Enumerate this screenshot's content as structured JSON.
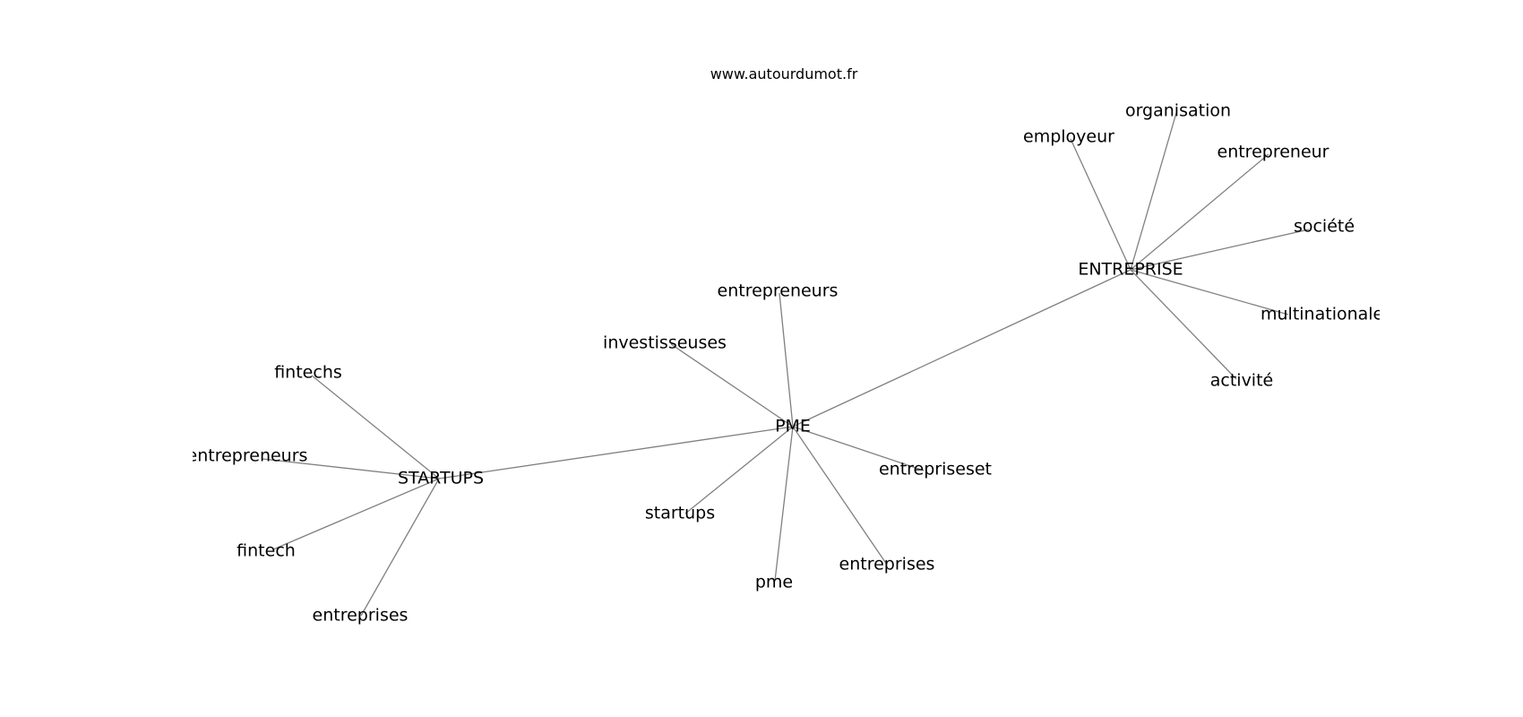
{
  "header": {
    "site": "www.autourdumot.fr"
  },
  "graph": {
    "edge_color": "#808080",
    "text_color": "#000000",
    "nodes": [
      {
        "id": "pme_hub",
        "label": "PME"
      },
      {
        "id": "startups_hub",
        "label": "STARTUPS"
      },
      {
        "id": "entreprise_hub",
        "label": "ENTREPRISE"
      },
      {
        "id": "e_employeur",
        "label": "employeur"
      },
      {
        "id": "e_organisation",
        "label": "organisation"
      },
      {
        "id": "e_entrepreneur",
        "label": "entrepreneur"
      },
      {
        "id": "e_societe",
        "label": "société"
      },
      {
        "id": "e_multinationale",
        "label": "multinationale"
      },
      {
        "id": "e_activite",
        "label": "activité"
      },
      {
        "id": "p_entrepreneurs",
        "label": "entrepreneurs"
      },
      {
        "id": "p_investisseuses",
        "label": "investisseuses"
      },
      {
        "id": "p_entrepriseset",
        "label": "entrepriseset"
      },
      {
        "id": "p_startups",
        "label": "startups"
      },
      {
        "id": "p_entreprises",
        "label": "entreprises"
      },
      {
        "id": "p_pme",
        "label": "pme"
      },
      {
        "id": "s_fintechs",
        "label": "fintechs"
      },
      {
        "id": "s_entrepreneurs",
        "label": "entrepreneurs"
      },
      {
        "id": "s_fintech",
        "label": "fintech"
      },
      {
        "id": "s_entreprises",
        "label": "entreprises"
      }
    ],
    "edges": [
      [
        "pme_hub",
        "startups_hub"
      ],
      [
        "pme_hub",
        "entreprise_hub"
      ],
      [
        "entreprise_hub",
        "e_employeur"
      ],
      [
        "entreprise_hub",
        "e_organisation"
      ],
      [
        "entreprise_hub",
        "e_entrepreneur"
      ],
      [
        "entreprise_hub",
        "e_societe"
      ],
      [
        "entreprise_hub",
        "e_multinationale"
      ],
      [
        "entreprise_hub",
        "e_activite"
      ],
      [
        "pme_hub",
        "p_entrepreneurs"
      ],
      [
        "pme_hub",
        "p_investisseuses"
      ],
      [
        "pme_hub",
        "p_entrepriseset"
      ],
      [
        "pme_hub",
        "p_startups"
      ],
      [
        "pme_hub",
        "p_entreprises"
      ],
      [
        "pme_hub",
        "p_pme"
      ],
      [
        "startups_hub",
        "s_fintechs"
      ],
      [
        "startups_hub",
        "s_entrepreneurs"
      ],
      [
        "startups_hub",
        "s_fintech"
      ],
      [
        "startups_hub",
        "s_entreprises"
      ]
    ]
  }
}
